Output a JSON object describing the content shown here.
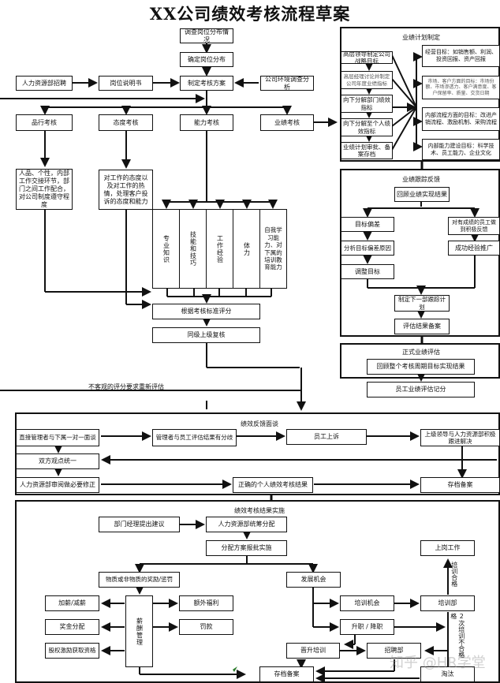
{
  "title": "XX公司绩效考核流程草案",
  "top": {
    "survey": "调查岗位分布情况",
    "confirm": "确定岗位分布",
    "hr_recruit": "人力资源部招聘",
    "job_desc": "岗位说明书",
    "plan": "制定考核方案",
    "env_analysis": "公司环境调查分析"
  },
  "categories": {
    "conduct": "品行考核",
    "attitude": "态度考核",
    "ability": "能力考核",
    "performance": "业绩考核"
  },
  "conduct_desc": "人品、个性，内部工作交接环节，部门之间工作配合，对公司制度遵守程度",
  "attitude_desc": "对工作的态度以及对工作的热情，处理客户投诉的态度和能力",
  "ability_items": [
    "专业知识",
    "技能和技巧",
    "工作经验",
    "体力",
    "自我学习能力、对下属的培训教育能力"
  ],
  "scoring": "根据考核标准评分",
  "supervisor_review": "同级上级复核",
  "reevaluate_note": "不客观的评分要求重新评估",
  "plan_section": {
    "title": "业绩计划制定",
    "steps": [
      "高层领导制定公司战略目标",
      "高层经理讨论并制定公司年度业绩指标",
      "向下分解部门绩效指标",
      "向下分解至个人绩效指标",
      "业绩计划审批、备案存档"
    ],
    "goals": [
      "经营目标：如销售额、利润、投资回报、资产回报",
      "市场、客户方面的目标：市场份额、市场渗透力、客户满意度、客户保留率、质量、交货日期",
      "内部流程方面的目标：改进产销流程、激励机制、采购流程",
      "内部能力建设目标：科学技术、员工能力、企业文化"
    ]
  },
  "tracking_section": {
    "title": "业绩跟踪反馈",
    "review": "回顾业绩实现结果",
    "deviation": "目标偏差",
    "analyze": "分析目标偏差原因",
    "adjust": "调整目标",
    "good_feedback": "对有成绩的员工做到积极反馈",
    "promote": "成功经验推广",
    "next_plan": "制定下一部跟踪计划",
    "archive": "评估结果备案"
  },
  "formal_section": {
    "title": "正式业绩评估",
    "review": "回顾整个考核周期目标实现结果",
    "score": "员工业绩评估记分"
  },
  "feedback_section": {
    "title": "绩效反馈面谈",
    "interview": "直接管理者与下属一对一面谈",
    "disagreement": "管理者与员工评估结果有分歧",
    "appeal": "员工上诉",
    "coordinate": "上级领导与人力资源部积极跟进解决",
    "agree": "双方观点统一",
    "hr_review": "人力资源部审阅做必要修正",
    "correct_result": "正确的个人绩效考核结果",
    "archive": "存档备案"
  },
  "impl_section": {
    "title": "绩效考核结果实施",
    "suggest": "部门经理提出建议",
    "hr_allocate": "人力资源部统筹分配",
    "implement": "分配方案报批实施",
    "reward": "物质或非物质的奖励/惩罚",
    "salary_mgmt": "薪酬管理",
    "raise": "加薪/减薪",
    "bonus": "奖金分配",
    "equity": "股权激励获取资格",
    "extra": "额外福利",
    "fine": "罚款",
    "development": "发展机会",
    "training_opp": "培训机会",
    "promotion": "升职 / 降职",
    "pre_training": "晋升培训",
    "training_dept": "培训部",
    "on_job": "上岗工作",
    "recruit_dept": "招聘部",
    "eliminate": "淘汰",
    "archive": "存档备案",
    "pass_label": "培训合格",
    "fail_label": "2次培训不合格",
    "fail_prefix": "格"
  },
  "watermark": "知乎 @HR学堂"
}
